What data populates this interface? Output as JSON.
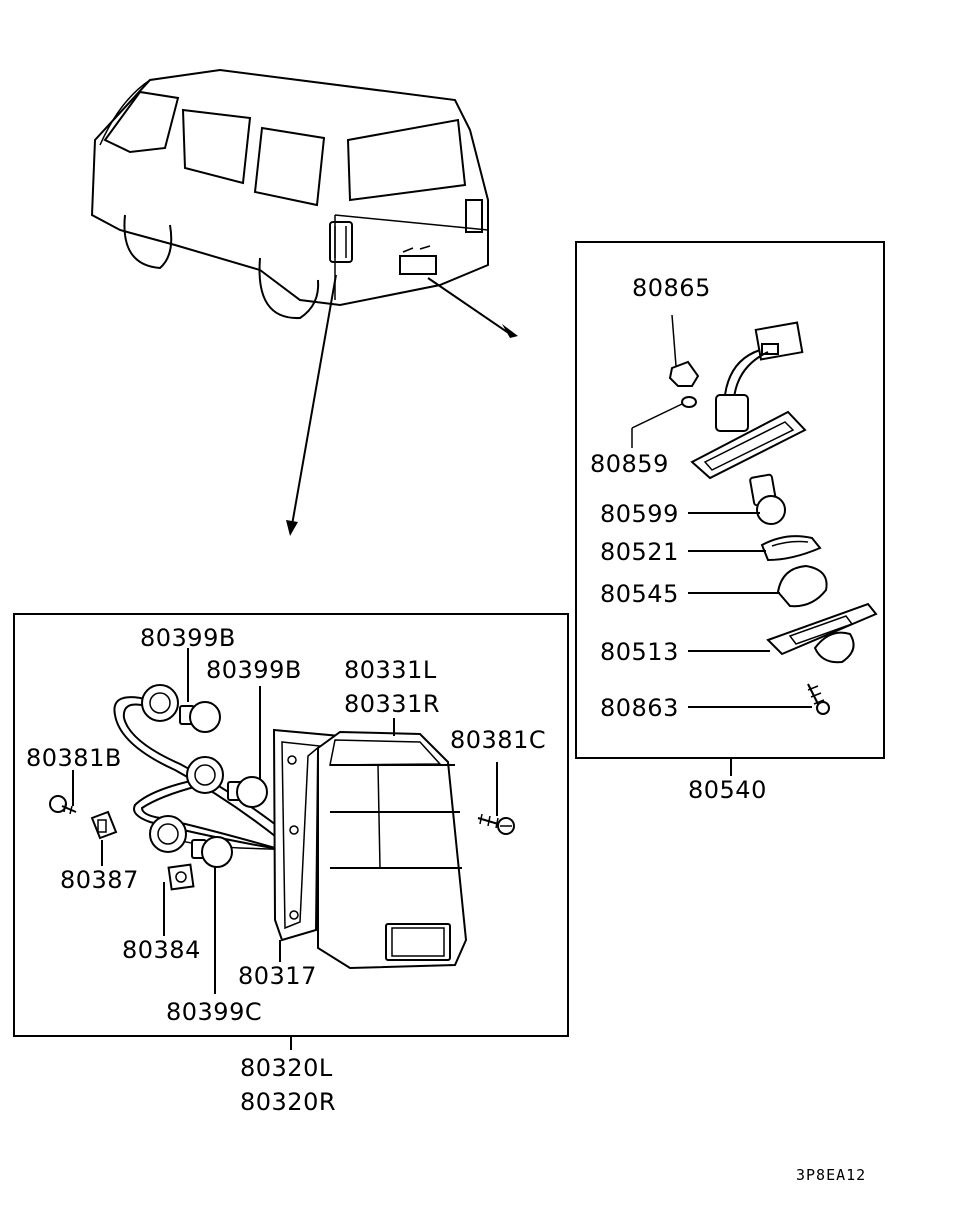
{
  "diagram": {
    "drawing_code": "3P8EA12",
    "license_lamp_group": {
      "assembly_label": "80540",
      "parts": [
        "80865",
        "80859",
        "80599",
        "80521",
        "80545",
        "80513",
        "80863"
      ]
    },
    "tail_lamp_group": {
      "assembly_labels": [
        "80320L",
        "80320R"
      ],
      "parts": {
        "bulb_upper_left": "80399B",
        "bulb_upper_right": "80399B",
        "lens_left": "80331L",
        "lens_right": "80331R",
        "screw_right": "80381C",
        "screw_left": "80381B",
        "clip": "80387",
        "nut": "80384",
        "gasket": "80317",
        "bulb_lower": "80399C"
      }
    }
  }
}
